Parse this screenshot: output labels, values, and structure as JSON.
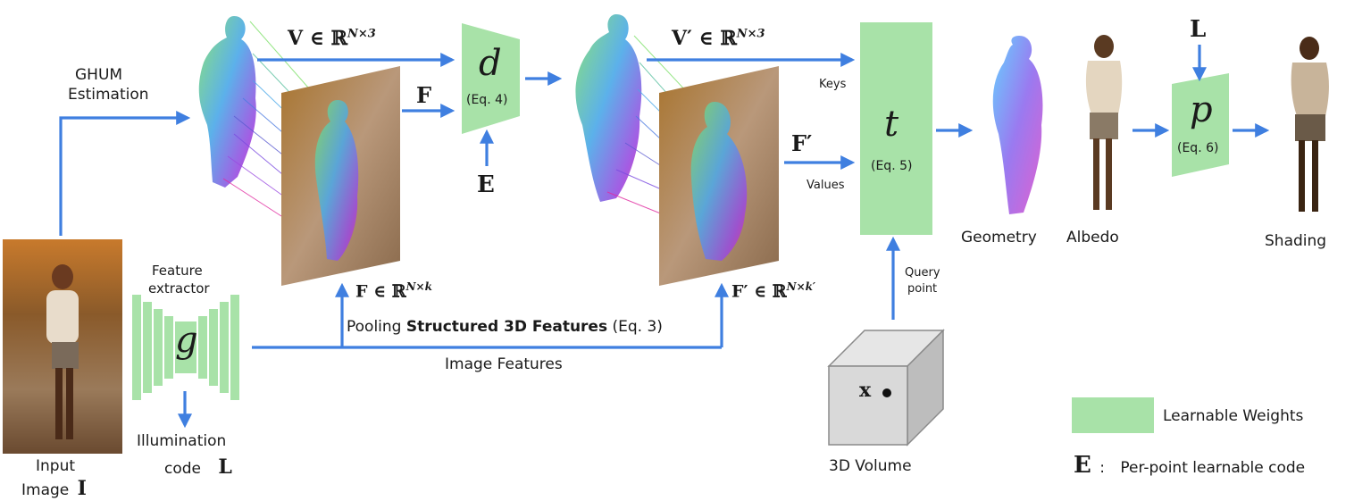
{
  "labels": {
    "ghum": "GHUM",
    "estimation": "Estimation",
    "v_math": "V ∈ ℝ",
    "v_sup": "N×3",
    "f_math": "F",
    "e_math": "E",
    "d_symbol": "d",
    "d_eq": "(Eq. 4)",
    "vprime_math": "V′ ∈ ℝ",
    "vprime_sup": "N×3",
    "keys": "Keys",
    "fprime_math": "F′",
    "values": "Values",
    "t_symbol": "t",
    "t_eq": "(Eq. 5)",
    "f_bottom": "F ∈ ℝ",
    "f_bottom_sup": "N×k",
    "fprime_bottom": "F′ ∈ ℝ",
    "fprime_bottom_sup": "N×k′",
    "pooling_pre": "Pooling ",
    "pooling_bold": "Structured  3D Features",
    "pooling_post": " (Eq. 3)",
    "image_features": "Image Features",
    "feature": "Feature",
    "extractor": "extractor",
    "g_symbol": "g",
    "illumination": "Illumination",
    "code": "code",
    "l_math": "L",
    "input": "Input",
    "image": "Image",
    "i_math": "I",
    "query": "Query",
    "point": "point",
    "x_math": "x",
    "volume": "3D Volume",
    "geometry": "Geometry",
    "albedo": "Albedo",
    "shading": "Shading",
    "l_top": "L",
    "p_symbol": "p",
    "p_eq": "(Eq. 6)",
    "legend_weights": "Learnable Weights",
    "legend_e": "E",
    "legend_colon": ":",
    "legend_code": "Per-point learnable code"
  },
  "colors": {
    "learnable": "#a8e2a8",
    "arrow": "#3f7fe0",
    "cube_face": "#d9d9d9",
    "cube_side": "#bdbdbd",
    "cube_top": "#e6e6e6"
  }
}
